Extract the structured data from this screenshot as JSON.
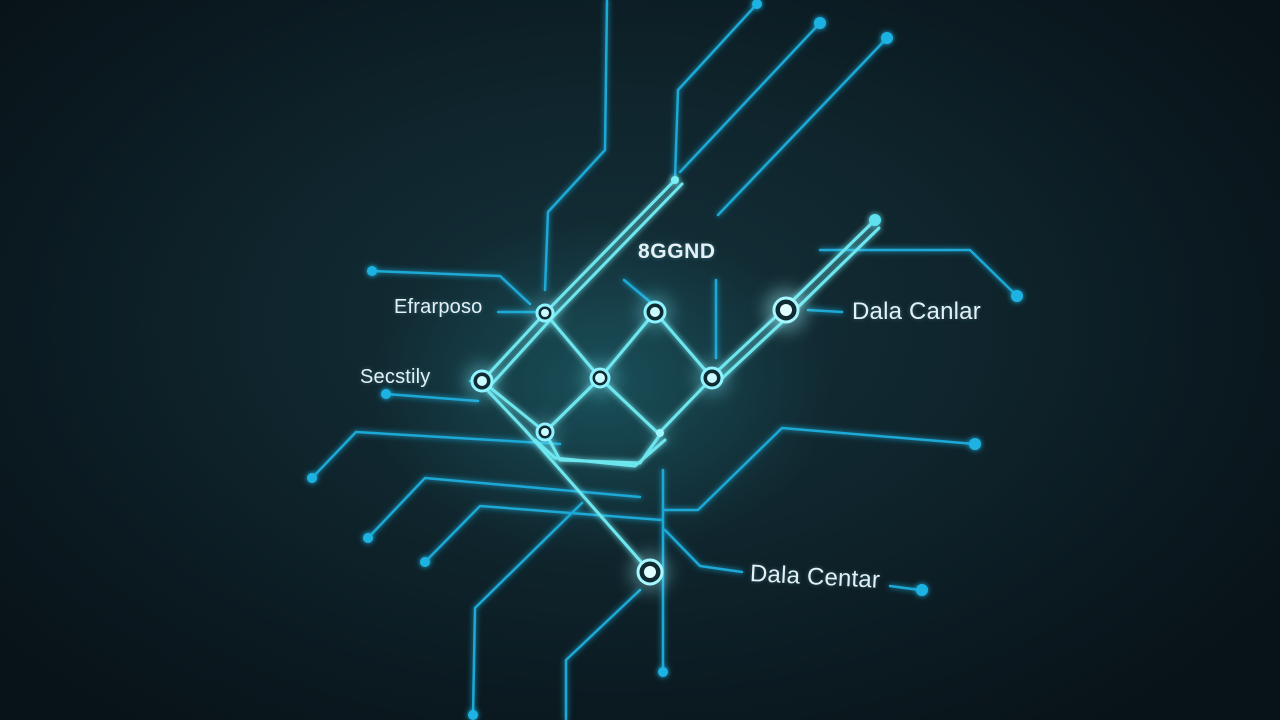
{
  "diagram": {
    "colors": {
      "background": "#0c1c24",
      "line": "#1aa9d6",
      "line_bright": "#6ee6ee",
      "node_glow": "#9ff6ff",
      "label_text": "#e4f1f4"
    },
    "labels": {
      "top": "8GGND",
      "left_upper": "Efrarposo",
      "left_lower": "Secstily",
      "right_upper": "Dala Canlar",
      "right_lower": "Dala Centar"
    }
  }
}
